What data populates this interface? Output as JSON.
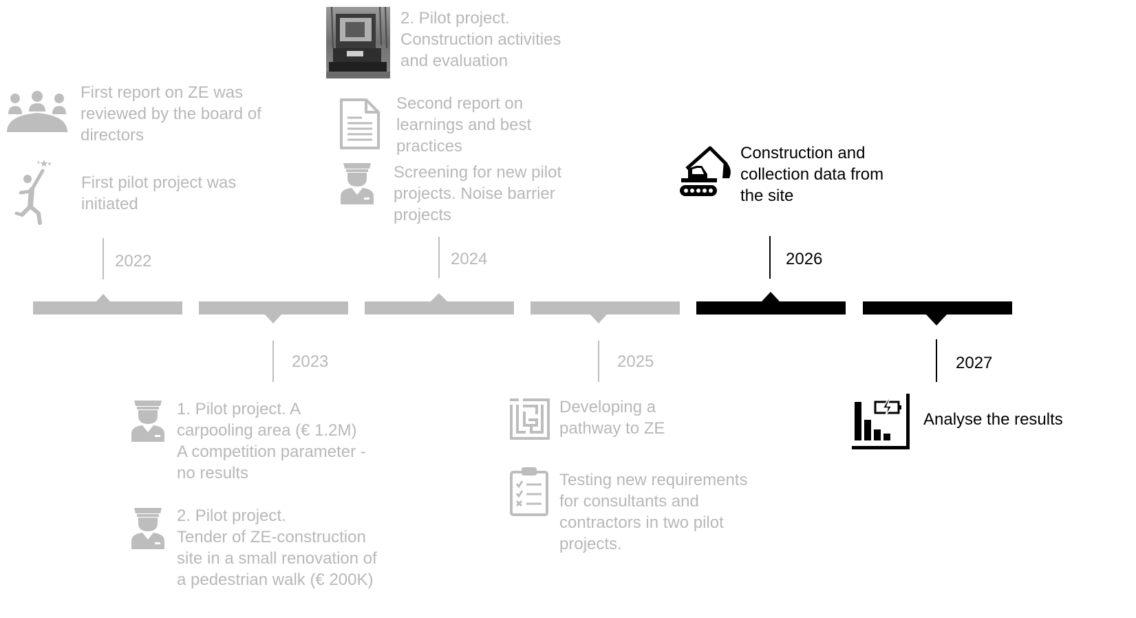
{
  "colors": {
    "past": "#bdbdbd",
    "future": "#000000"
  },
  "timeline": {
    "years": [
      "2022",
      "2023",
      "2024",
      "2025",
      "2026",
      "2027"
    ]
  },
  "events": {
    "y2022_a": "First report on ZE was\nreviewed by the board of\ndirectors",
    "y2022_b": "First pilot project was\ninitiated",
    "y2023_a": "1. Pilot project. A\ncarpooling area (€ 1.2M)\nA competition parameter -\nno results",
    "y2023_b": "2. Pilot project.\nTender of ZE-construction\nsite in a small renovation of\na pedestrian walk (€ 200K)",
    "y2024_a": "2. Pilot project.\nConstruction activities\nand evaluation",
    "y2024_b": "Second report on\nlearnings and best\npractices",
    "y2024_c": "Screening for new pilot\nprojects. Noise barrier\nprojects",
    "y2025_a": "Developing a\npathway to ZE",
    "y2025_b": "Testing new requirements\nfor consultants and\ncontractors in two pilot\nprojects.",
    "y2026_a": "Construction and\ncollection data from\nthe site",
    "y2027_a": "Analyse the results"
  },
  "icons": [
    "meeting-icon",
    "achievement-icon",
    "officer-icon",
    "excavator-photo",
    "document-icon",
    "maze-icon",
    "checklist-icon",
    "excavator-icon",
    "results-chart-icon"
  ]
}
